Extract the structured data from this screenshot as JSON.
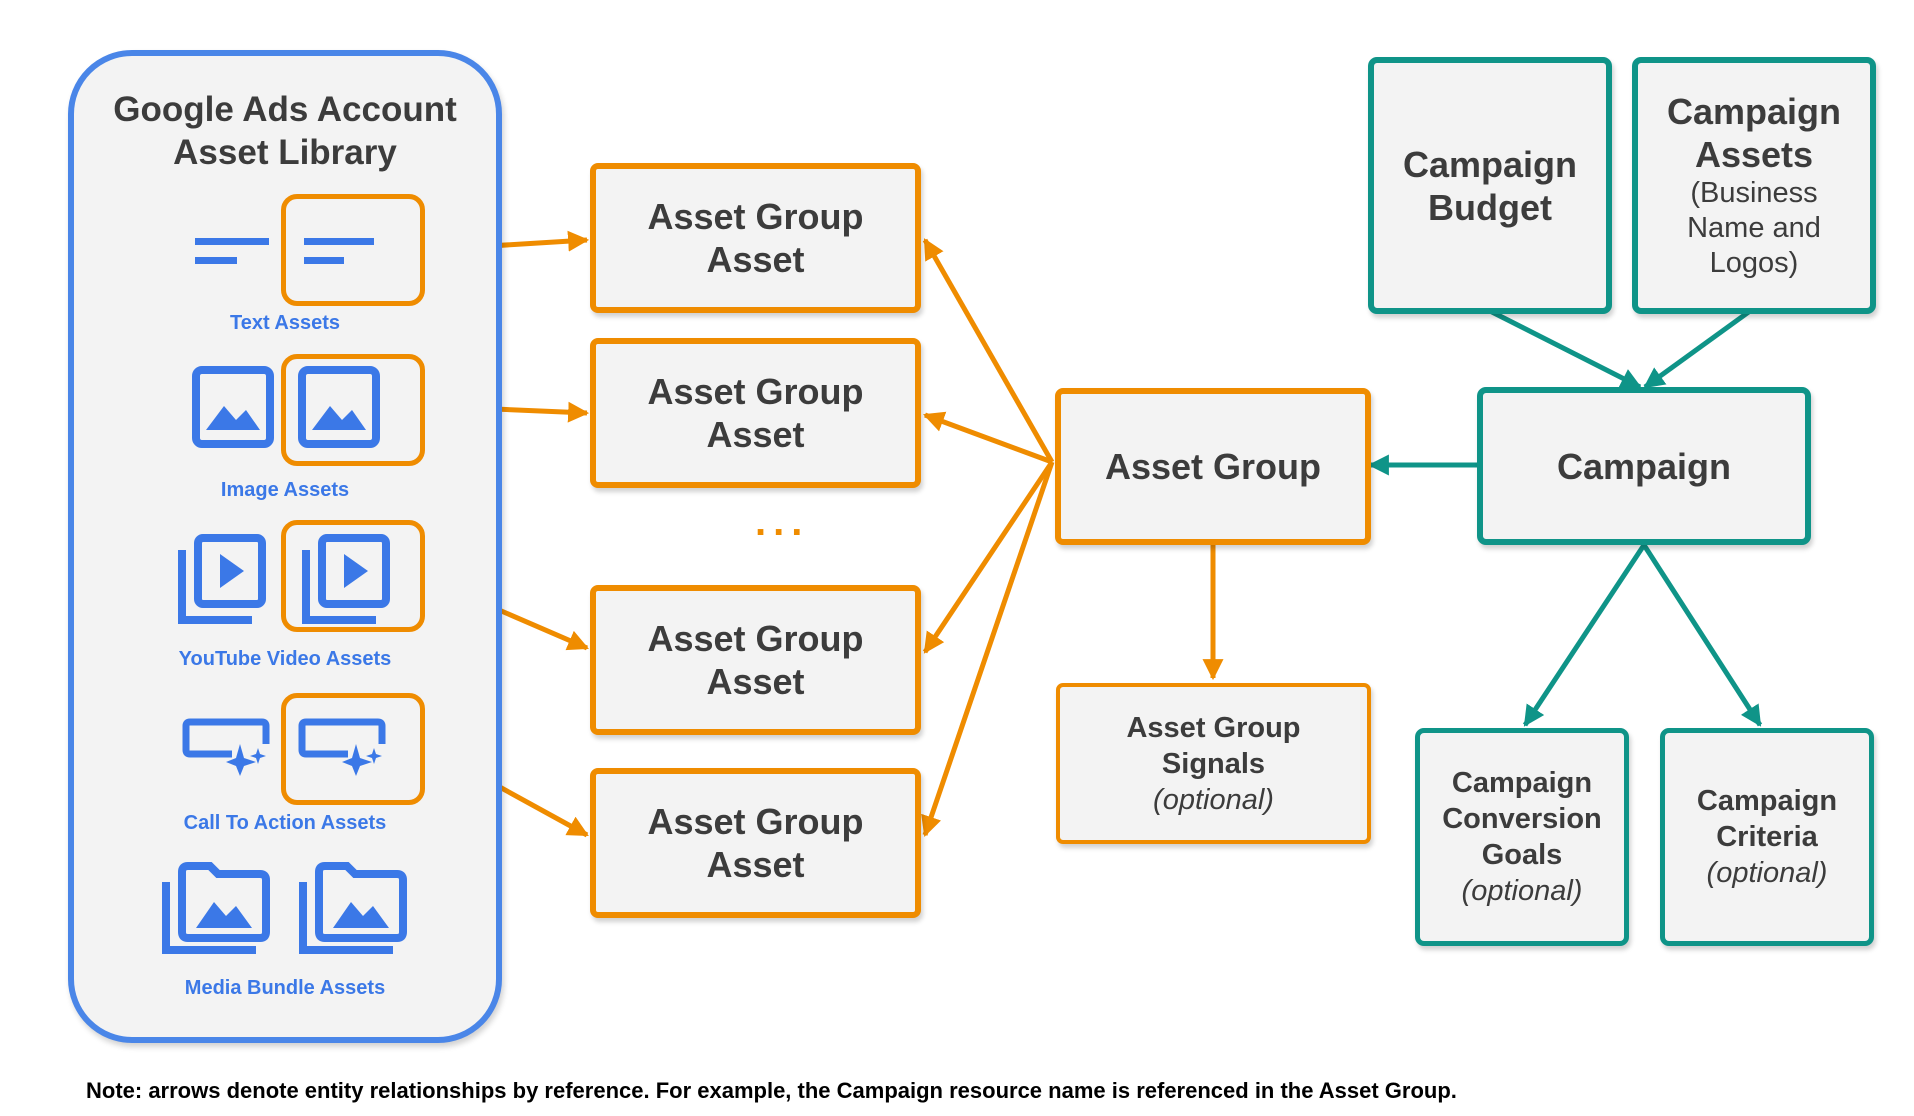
{
  "library": {
    "title_line1": "Google Ads Account",
    "title_line2": "Asset Library",
    "assets": {
      "text": "Text Assets",
      "image": "Image Assets",
      "video": "YouTube Video  Assets",
      "cta": "Call To Action Assets",
      "media": "Media Bundle  Assets"
    }
  },
  "asset_group_asset": {
    "line1": "Asset Group",
    "line2": "Asset",
    "ellipsis": "..."
  },
  "asset_group": "Asset Group",
  "signals": {
    "line1": "Asset Group",
    "line2": "Signals",
    "optional": "(optional)"
  },
  "campaign": "Campaign",
  "budget": {
    "line1": "Campaign",
    "line2": "Budget"
  },
  "campaign_assets": {
    "line1": "Campaign",
    "line2": "Assets",
    "detail1": "(Business",
    "detail2": "Name and",
    "detail3": "Logos)"
  },
  "conversion_goals": {
    "line1": "Campaign",
    "line2": "Conversion",
    "line3": "Goals",
    "optional": "(optional)"
  },
  "criteria": {
    "line1": "Campaign",
    "line2": "Criteria",
    "optional": "(optional)"
  },
  "note": "Note: arrows denote entity relationships by reference. For example, the Campaign resource name is referenced in the Asset Group.",
  "colors": {
    "orange": "#ef8c00",
    "teal": "#0f9488",
    "blue": "#4a86e8",
    "icon_blue": "#3b78e7"
  }
}
